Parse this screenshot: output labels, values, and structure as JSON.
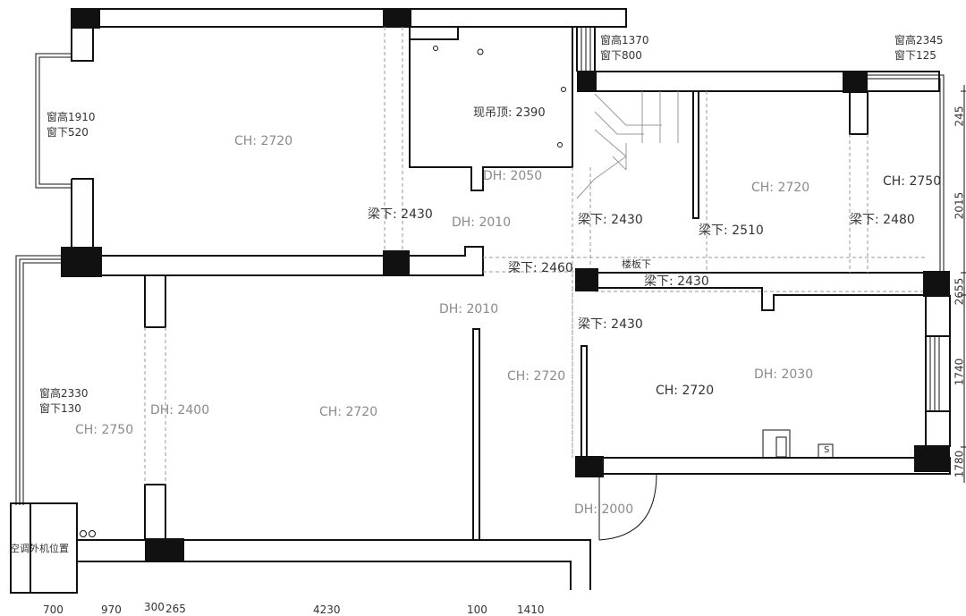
{
  "labels": {
    "ch_2720_top_left": "CH: 2720",
    "xianding": "现吊顶: 2390",
    "dh_2050": "DH: 2050",
    "liang_2430_a": "梁下: 2430",
    "dh_2010_a": "DH: 2010",
    "liang_2430_b": "梁下: 2430",
    "liang_2510": "梁下: 2510",
    "ch_2720_right": "CH: 2720",
    "ch_2750_right": "CH: 2750",
    "liang_2480": "梁下: 2480",
    "liang_2460": "梁下: 2460",
    "loubanxia": "楼板下",
    "liang_2430_c": "梁下: 2430",
    "dh_2010_b": "DH: 2010",
    "liang_2430_d": "梁下: 2430",
    "ch_2720_mid": "CH: 2720",
    "ch_2720_br": "CH: 2720",
    "dh_2030": "DH: 2030",
    "dh_2400": "DH: 2400",
    "ch_2720_main": "CH: 2720",
    "ch_2750_left": "CH: 2750",
    "dh_2000": "DH: 2000",
    "ac_position": "空调外机位置"
  },
  "windows": {
    "top_mid": {
      "height": "窗高1370",
      "sill": "窗下800"
    },
    "top_right": {
      "height": "窗高2345",
      "sill": "窗下125"
    },
    "left_top": {
      "height": "窗高1910",
      "sill": "窗下520"
    },
    "left_bottom": {
      "height": "窗高2330",
      "sill": "窗下130"
    }
  },
  "dimensions": {
    "bottom": [
      "700",
      "970",
      "300",
      "265",
      "4230",
      "100",
      "1410"
    ],
    "right": [
      "245",
      "2015",
      "2655",
      "1740",
      "1780"
    ]
  }
}
